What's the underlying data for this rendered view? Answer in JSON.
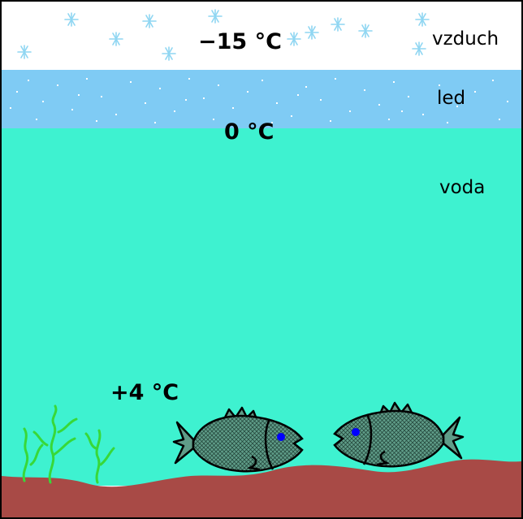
{
  "labels": {
    "air_temp": "−15 °C",
    "ice_temp": "0 °C",
    "bottom_temp": "+4 °C",
    "air": "vzduch",
    "ice": "led",
    "water": "voda"
  },
  "colors": {
    "air": "#ffffff",
    "ice": "#7fcbf4",
    "water": "#3ef2d0",
    "ground": "#a84a46",
    "fish_body": "#5f9c88",
    "fish_eye": "#0000ff",
    "weed": "#38d838",
    "snow": "#8fd6f2"
  },
  "icons": [
    "snowflake-icon",
    "fish-icon",
    "seaweed-icon"
  ]
}
